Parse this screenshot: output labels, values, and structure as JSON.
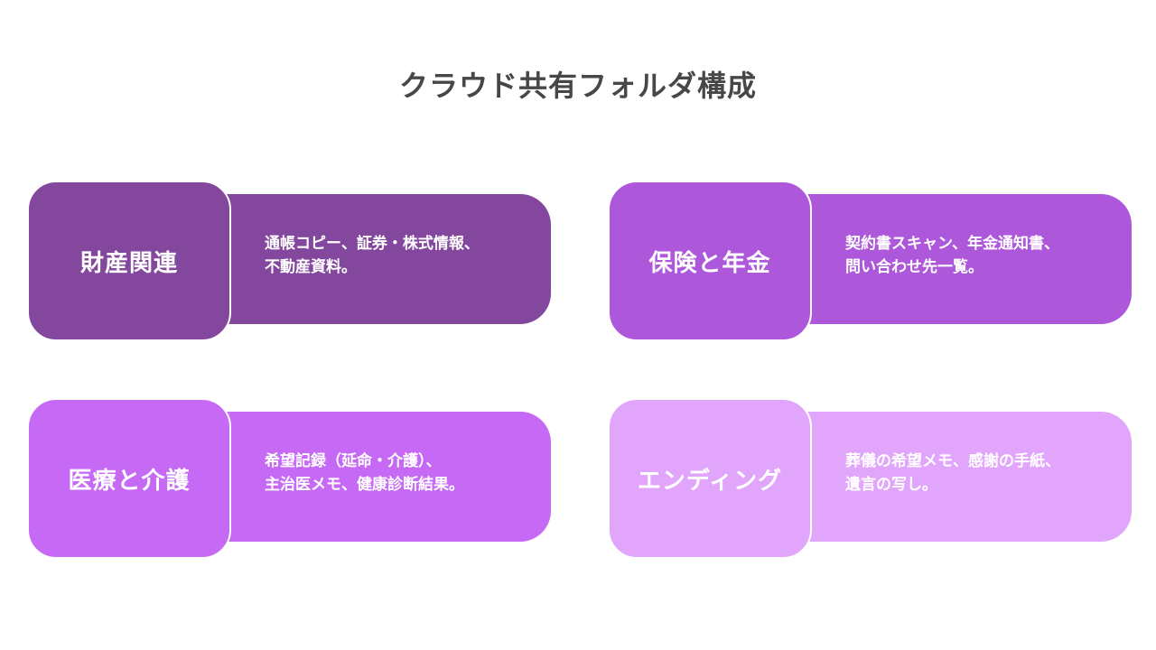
{
  "title": "クラウド共有フォルダ構成",
  "colors": {
    "title": "#474747",
    "card_1": "#83479d",
    "card_2": "#ad57db",
    "card_3": "#c66af5",
    "card_4": "#e1a5fb"
  },
  "cards": [
    {
      "label": "財産関連",
      "desc_line_1": "通帳コピー、証券・株式情報、",
      "desc_line_2": "不動産資料。"
    },
    {
      "label": "保険と年金",
      "desc_line_1": "契約書スキャン、年金通知書、",
      "desc_line_2": "問い合わせ先一覧。"
    },
    {
      "label": "医療と介護",
      "desc_line_1": "希望記録（延命・介護）、",
      "desc_line_2": "主治医メモ、健康診断結果。"
    },
    {
      "label": "エンディング",
      "desc_line_1": "葬儀の希望メモ、感謝の手紙、",
      "desc_line_2": "遺言の写し。"
    }
  ]
}
